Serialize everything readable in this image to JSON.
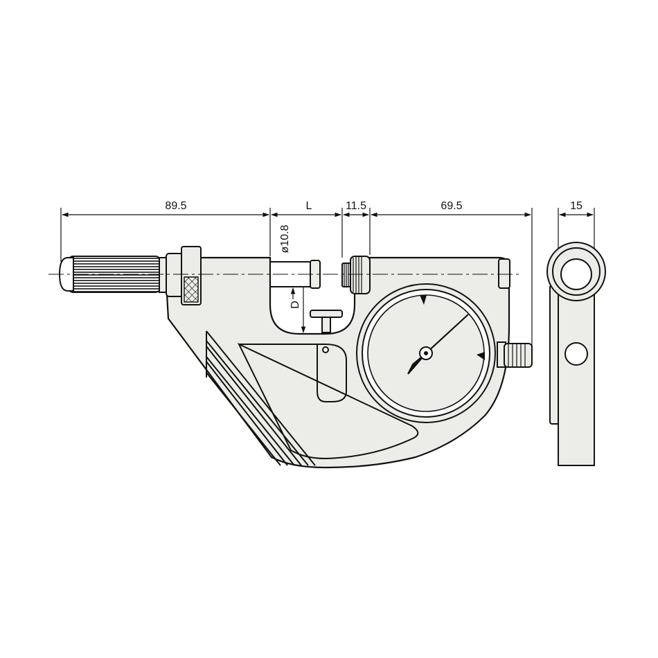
{
  "dimensions": {
    "left_length": "89.5",
    "gap": "L",
    "spindle_diameter": "ø10.8",
    "depth": "D",
    "anvil": "11.5",
    "right_length": "69.5",
    "width": "15"
  }
}
